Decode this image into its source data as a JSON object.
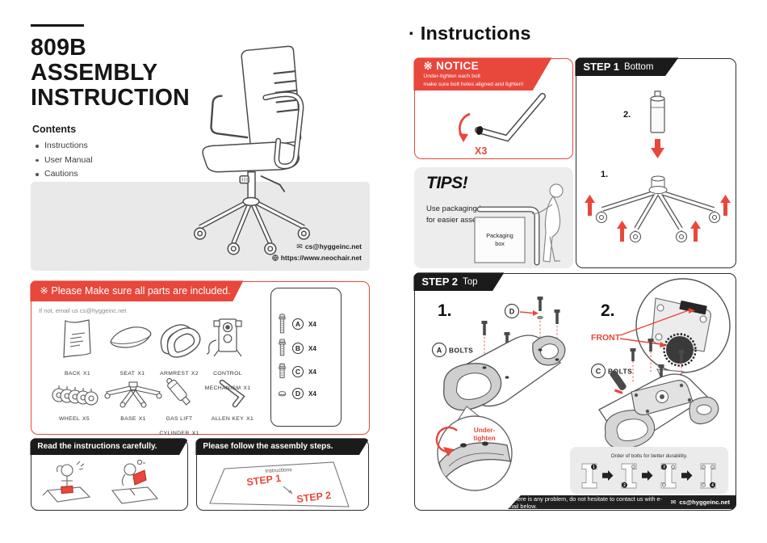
{
  "colors": {
    "red": "#e8473c",
    "banner_black": "#1b1b1b",
    "gray_box": "#e9e9e9",
    "tips_bg": "#ededed"
  },
  "icons": {
    "envelope": "✉"
  },
  "left": {
    "title_lines": [
      "809B",
      "ASSEMBLY",
      "INSTRUCTION"
    ],
    "contents_heading": "Contents",
    "contents_items": [
      "Instructions",
      "User Manual",
      "Cautions"
    ],
    "contact_email": "cs@hyggeinc.net",
    "contact_website": "https://www.neochair.net",
    "parts_box": {
      "banner": "※ Please Make sure all parts are included.",
      "note": "If not, email us cs@hyggeinc.net",
      "parts": [
        {
          "name": "BACK",
          "qty": "X1"
        },
        {
          "name": "SEAT",
          "qty": "X1"
        },
        {
          "name": "ARMREST",
          "qty": "X2"
        },
        {
          "name": "CONTROL\nMECHANISM",
          "qty": "X1"
        },
        {
          "name": "WHEEL",
          "qty": "X5"
        },
        {
          "name": "BASE",
          "qty": "X1"
        },
        {
          "name": "GAS LIFT\nCYLINDER",
          "qty": "X1"
        },
        {
          "name": "ALLEN KEY",
          "qty": "X1"
        }
      ],
      "bolts": [
        {
          "letter": "A",
          "qty": "X4"
        },
        {
          "letter": "B",
          "qty": "X4"
        },
        {
          "letter": "C",
          "qty": "X4"
        },
        {
          "letter": "D",
          "qty": "X4"
        }
      ]
    },
    "panel_read": {
      "banner": "Read the instructions carefully."
    },
    "panel_follow": {
      "banner": "Please follow the assembly steps.",
      "sheet_title": "Instructions",
      "step1": "STEP 1",
      "step2": "STEP 2"
    }
  },
  "right": {
    "title": "· Instructions",
    "notice": {
      "heading": "※ NOTICE",
      "line1": "Under-tighten each bolt",
      "line2": "make sure bolt holes aligned and tighten!",
      "allen_count": "X3"
    },
    "tips": {
      "heading": "TIPS!",
      "line1": "Use packaging box",
      "line2": "for easier assembly.",
      "box_line1": "Packaging",
      "box_line2": "box"
    },
    "step1": {
      "label": "STEP 1",
      "sub": "Bottom",
      "num1": "1.",
      "num2": "2."
    },
    "step2": {
      "label": "STEP 2",
      "sub": "Top",
      "num1": "1.",
      "num2": "2.",
      "d_letter": "D",
      "a_letter": "A",
      "c_letter": "C",
      "bolts_word": "BOLTS",
      "front": "FRONT",
      "under1": "Under-",
      "under2": "tighten",
      "order_title": "Order of bolts for better durability.",
      "order": [
        "1",
        "2",
        "3",
        "4"
      ],
      "footer_text": "If there is any problem, do not hesitate to contact us with e-mail below.",
      "footer_email": "cs@hyggeinc.net"
    }
  }
}
